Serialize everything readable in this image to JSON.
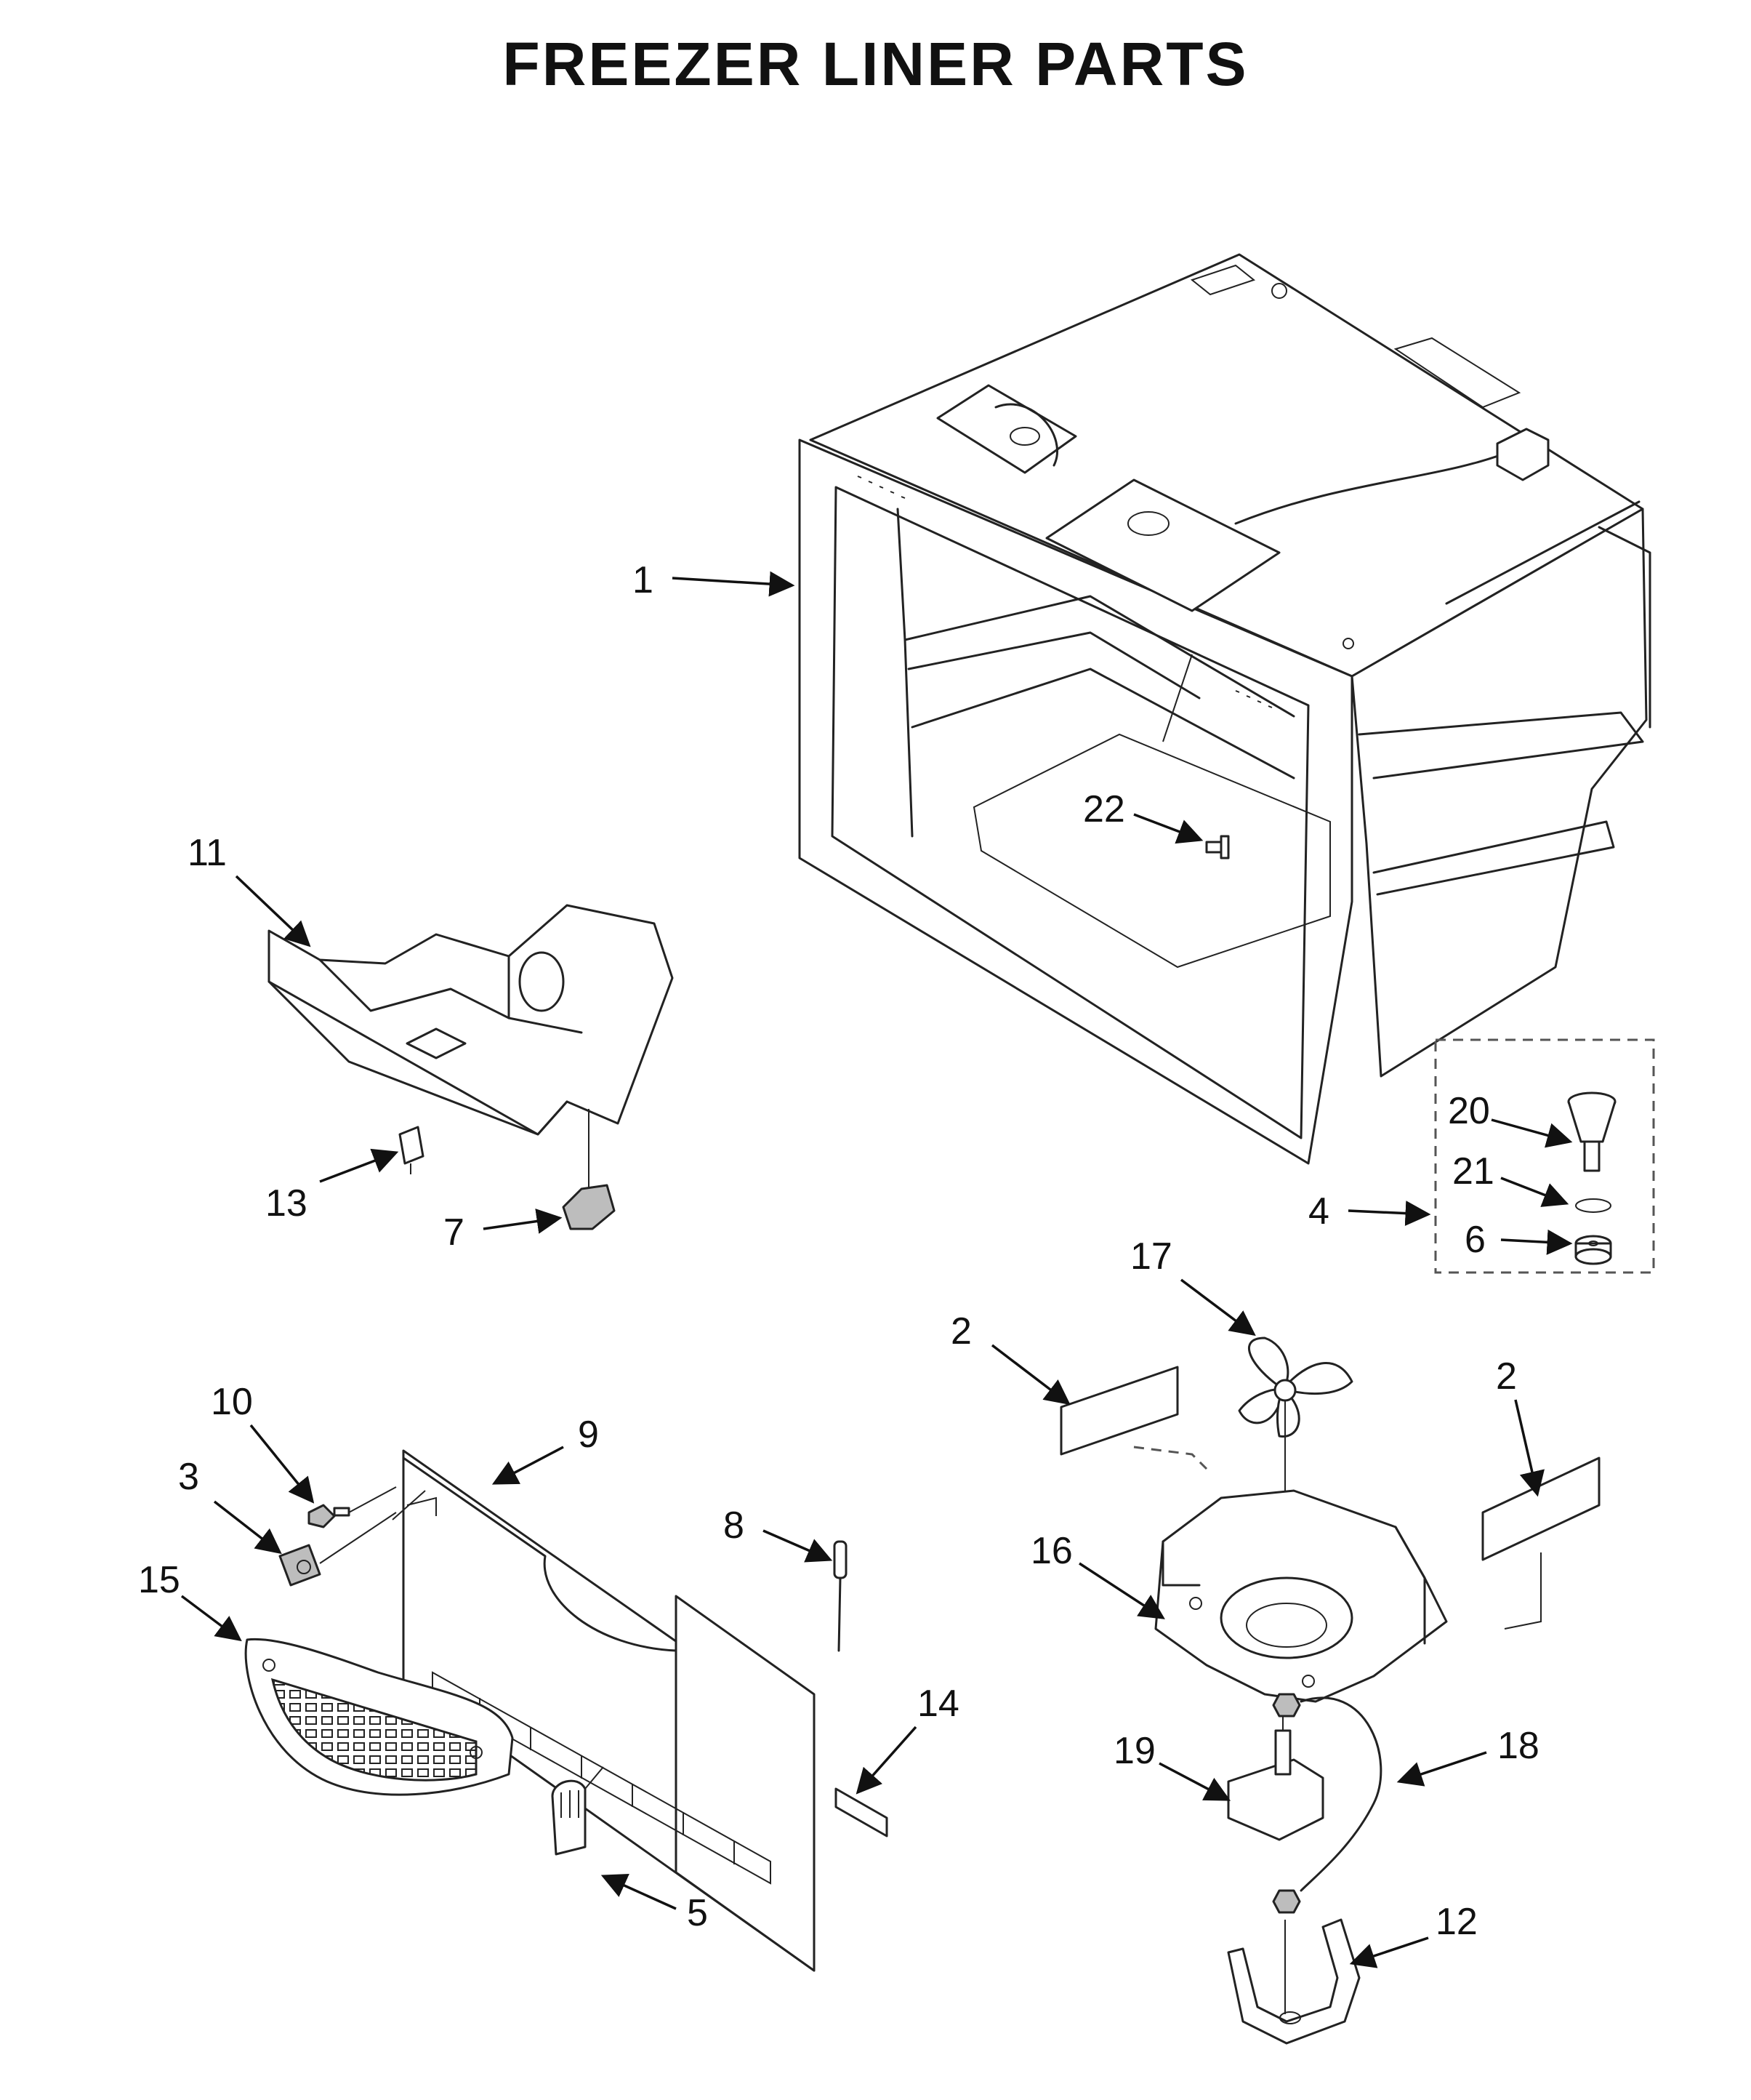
{
  "title": "FREEZER LINER PARTS",
  "callouts": [
    "1",
    "22",
    "11",
    "13",
    "7",
    "4",
    "20",
    "21",
    "6",
    "17",
    "2",
    "2",
    "10",
    "3",
    "9",
    "8",
    "15",
    "16",
    "14",
    "19",
    "18",
    "5",
    "12"
  ]
}
